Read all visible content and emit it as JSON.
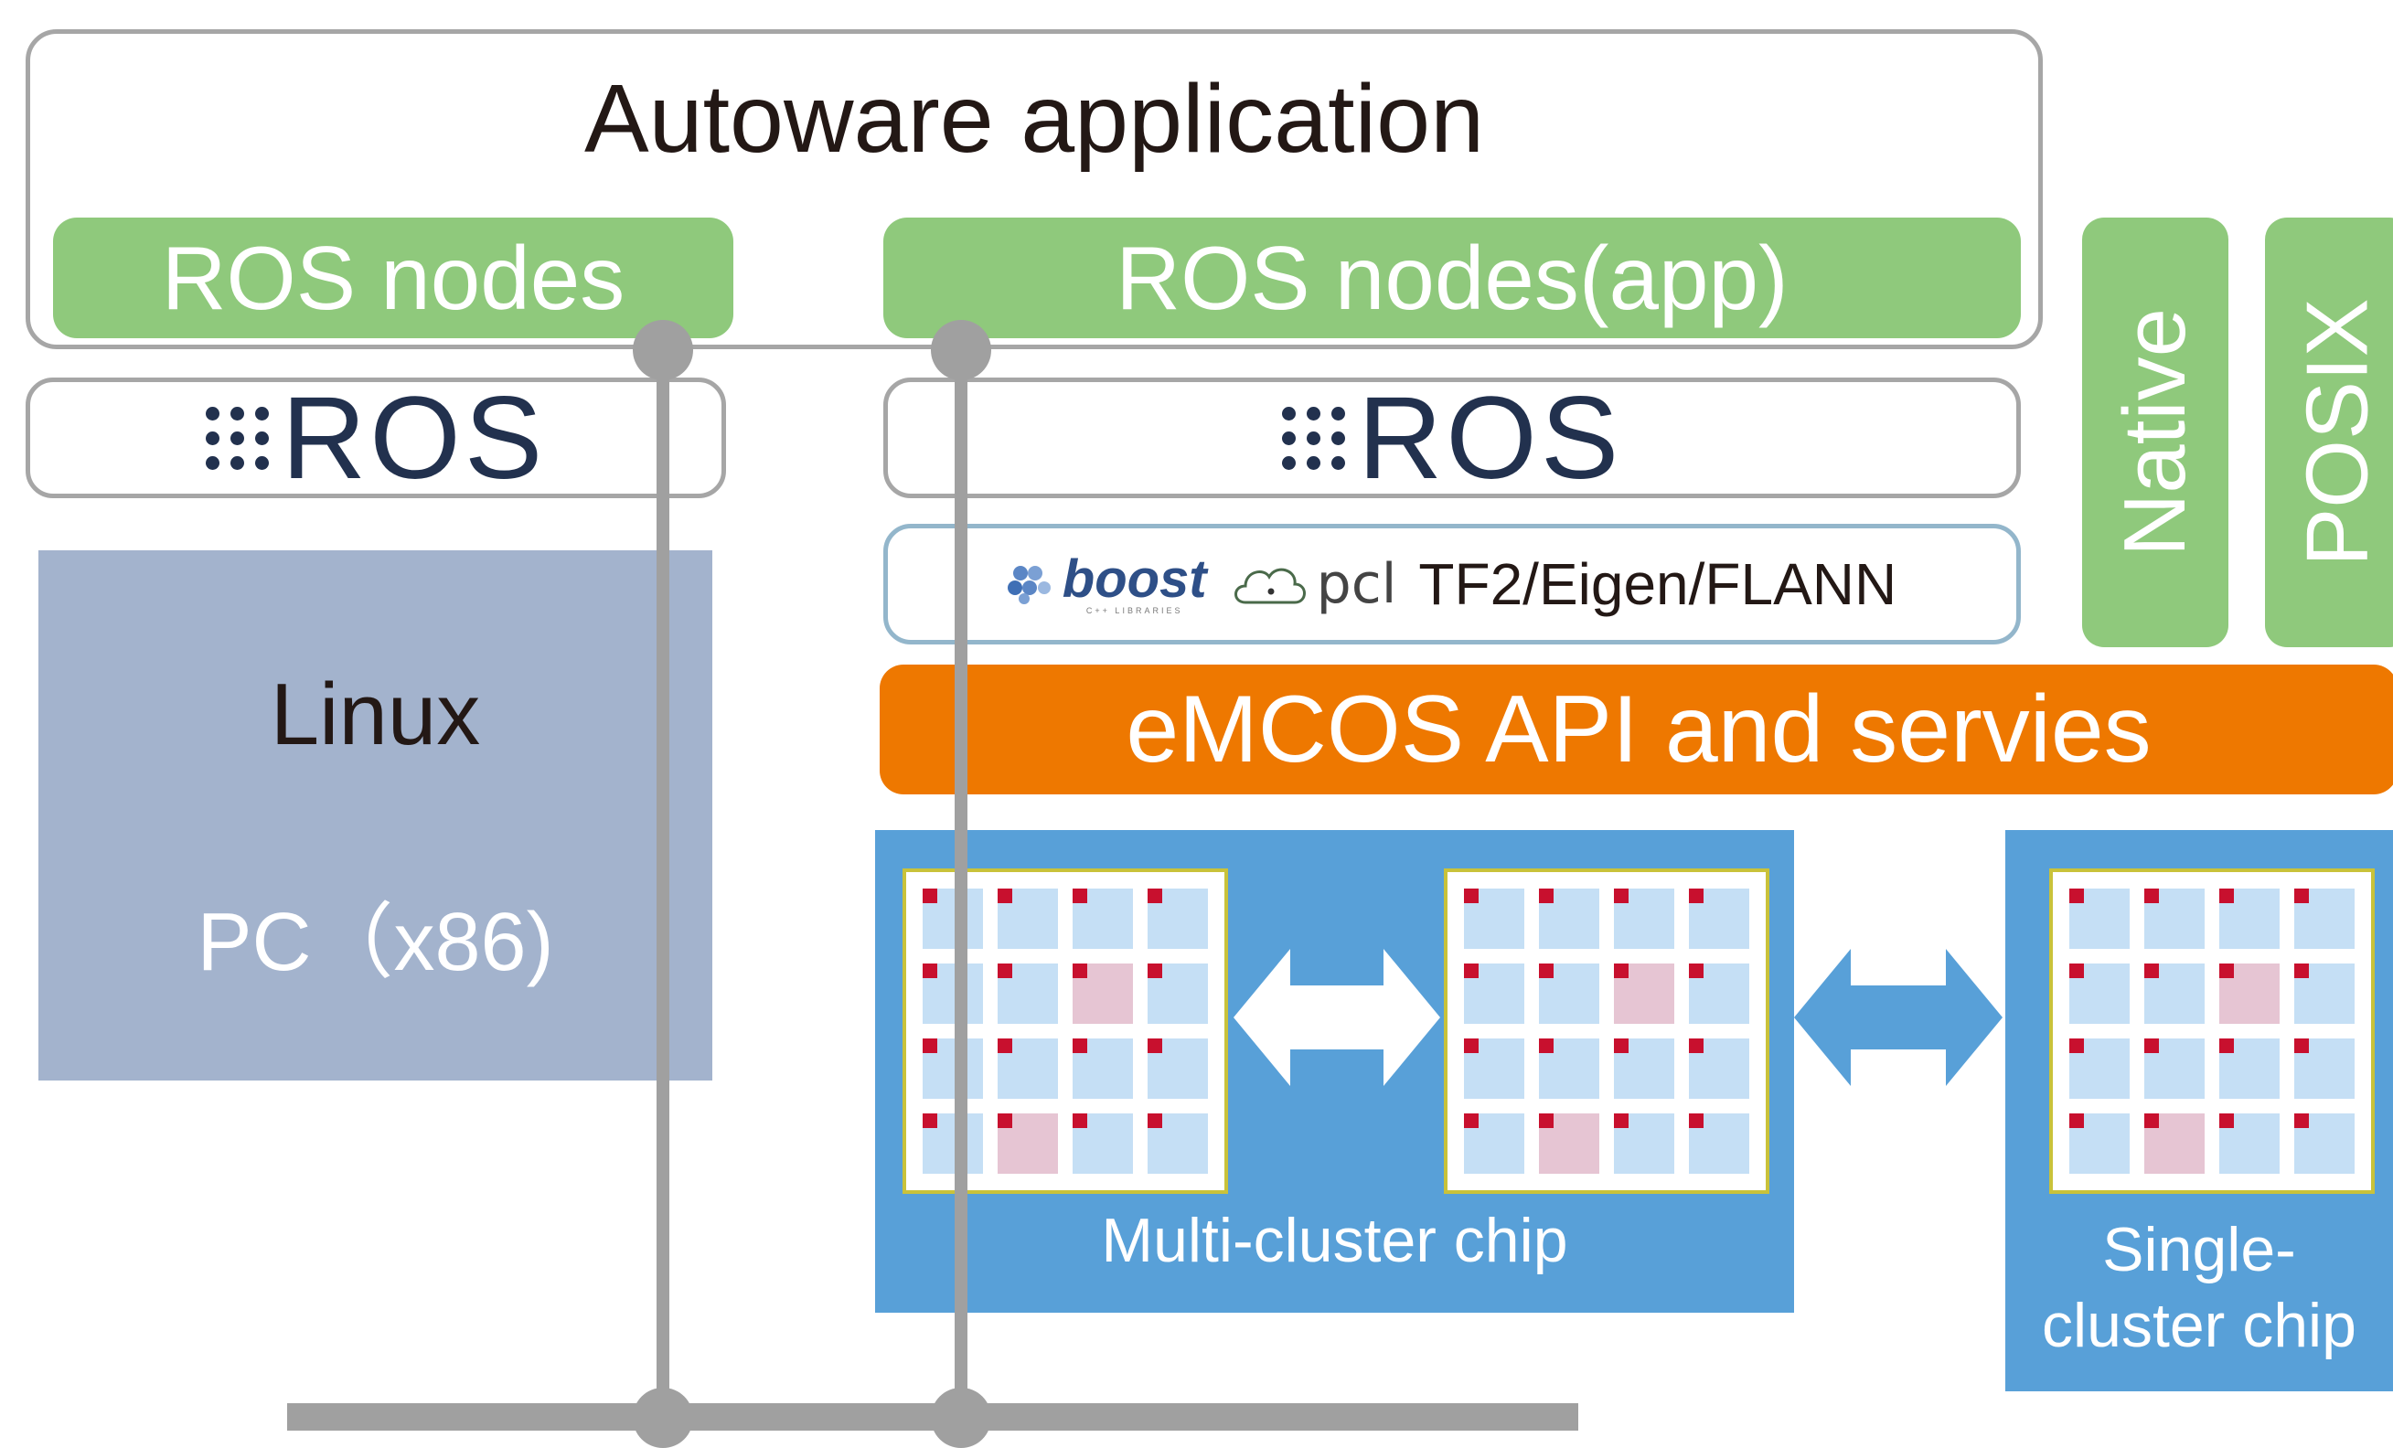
{
  "app": {
    "title": "Autoware application"
  },
  "ros_nodes": {
    "left": "ROS nodes",
    "right": "ROS nodes(app)"
  },
  "ros": {
    "word": "ROS"
  },
  "libraries": {
    "boost": "boost",
    "boost_sub": "C++ LIBRARIES",
    "pcl": "pcl",
    "rest": "TF2/Eigen/FLANN"
  },
  "side": {
    "native": "Native",
    "posix": "POSIX"
  },
  "emcos": {
    "label": "eMCOS API and servies"
  },
  "linux": {
    "os": "Linux",
    "hw": "PC（x86)"
  },
  "chips": {
    "multi": "Multi-cluster chip",
    "single": "Single-\ncluster chip"
  },
  "colors": {
    "green": "#8fc97c",
    "orange": "#ee7800",
    "chip_blue": "#58a0d8",
    "linux_gray": "#a3b3cd",
    "ros_navy": "#22314e",
    "core": "#c5dff5",
    "core_busy": "#e6c5d3",
    "core_mark": "#c8102e"
  },
  "chip_grid": {
    "rows": 4,
    "cols": 4,
    "highlighted_cores": [
      [
        [
          1,
          2
        ],
        [
          3,
          1
        ]
      ],
      [
        [
          1,
          2
        ],
        [
          3,
          1
        ]
      ],
      [
        [
          1,
          2
        ],
        [
          3,
          1
        ]
      ]
    ]
  }
}
